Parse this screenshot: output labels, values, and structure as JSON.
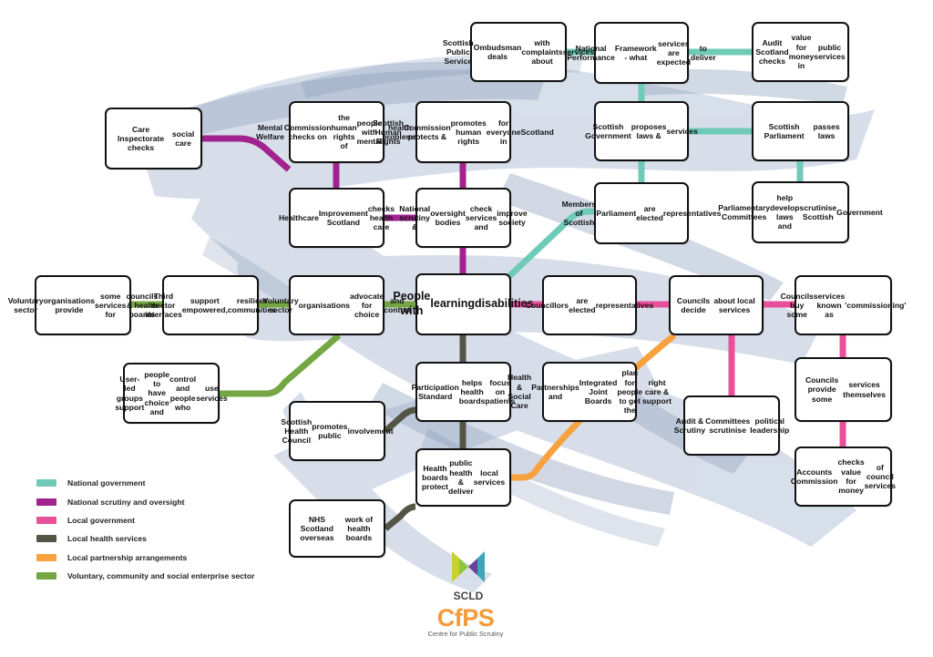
{
  "nodes": [
    {
      "id": "ombudsman",
      "lines": [
        "Scottish Public Service",
        "Ombudsman deals",
        "with complaints about",
        "services"
      ]
    },
    {
      "id": "npf",
      "lines": [
        "National Performance",
        "Framework - what",
        "services are expected",
        "to deliver"
      ]
    },
    {
      "id": "audit_scotland",
      "lines": [
        "Audit Scotland checks",
        "value for money in",
        "public services"
      ]
    },
    {
      "id": "care_inspectorate",
      "lines": [
        "Care Inspectorate checks",
        "social care"
      ]
    },
    {
      "id": "mwc",
      "lines": [
        "Mental Welfare",
        "Commission checks on",
        "the human rights of",
        "people with mental",
        "health problems"
      ]
    },
    {
      "id": "shrc",
      "lines": [
        "Scottish Human Rights",
        "Commission protects &",
        "promotes human rights",
        "for everyone in",
        "Scotland"
      ]
    },
    {
      "id": "scot_gov",
      "lines": [
        "Scottish Government",
        "proposes laws &",
        "services"
      ]
    },
    {
      "id": "scot_parl",
      "lines": [
        "Scottish Parliament",
        "passes laws"
      ]
    },
    {
      "id": "his",
      "lines": [
        "Healthcare",
        "Improvement Scotland",
        "checks health care"
      ]
    },
    {
      "id": "national_scrutiny",
      "lines": [
        "National scrutiny &",
        "oversight bodies",
        "check services and",
        "improve society"
      ]
    },
    {
      "id": "msps",
      "lines": [
        "Members of Scottish",
        "Parliament",
        "are elected",
        "representatives"
      ]
    },
    {
      "id": "parl_committees",
      "lines": [
        "Parliamentary Committees",
        "help develop laws and",
        "scrutinise Scottish",
        "Government"
      ]
    },
    {
      "id": "vs_provide",
      "lines": [
        "Voluntary sector",
        "organisations provide",
        "some services for",
        "councils & health boards"
      ]
    },
    {
      "id": "tsi",
      "lines": [
        "Third sector interfaces",
        "support empowered,",
        "resilient communities"
      ]
    },
    {
      "id": "vs_advocate",
      "lines": [
        "Voluntary sector",
        "organisations",
        "advocate for choice",
        "and control"
      ]
    },
    {
      "id": "center",
      "lines": [
        "People with",
        "learning",
        "disabilities"
      ]
    },
    {
      "id": "councillors",
      "lines": [
        "Councillors",
        "are elected",
        "representatives"
      ]
    },
    {
      "id": "councils_decide",
      "lines": [
        "Councils decide",
        "about local services"
      ]
    },
    {
      "id": "councils_buy",
      "lines": [
        "Councils buy some",
        "services known as",
        "'commissioning'"
      ]
    },
    {
      "id": "user_led",
      "lines": [
        "User-led groups support",
        "people to have choice and",
        "control and people who",
        "use services"
      ]
    },
    {
      "id": "participation",
      "lines": [
        "Participation Standard",
        "helps health boards",
        "focus on patients"
      ]
    },
    {
      "id": "hscp",
      "lines": [
        "Health & Social Care",
        "Partnerships and",
        "Integrated Joint Boards",
        "plan for people to get the",
        "right care & support"
      ]
    },
    {
      "id": "councils_provide",
      "lines": [
        "Councils provide some",
        "services themselves"
      ]
    },
    {
      "id": "shc",
      "lines": [
        "Scottish Health Council",
        "promotes public",
        "involvement"
      ]
    },
    {
      "id": "audit_scrutiny",
      "lines": [
        "Audit & Scrutiny",
        "Committees scrutinise",
        "political leadership"
      ]
    },
    {
      "id": "health_boards",
      "lines": [
        "Health boards protect",
        "public health & deliver",
        "local services"
      ]
    },
    {
      "id": "accounts_commission",
      "lines": [
        "Accounts Commission",
        "checks value for money",
        "of council services"
      ]
    },
    {
      "id": "nhs_scotland",
      "lines": [
        "NHS Scotland overseas",
        "work of health boards"
      ]
    }
  ],
  "legend": [
    {
      "label": "National government",
      "color": "#6fcbb7"
    },
    {
      "label": "National scrutiny and oversight",
      "color": "#a2238e"
    },
    {
      "label": "Local government",
      "color": "#e9509a"
    },
    {
      "label": "Local health services",
      "color": "#545545"
    },
    {
      "label": "Local partnership arrangements",
      "color": "#f7a23f"
    },
    {
      "label": "Voluntary, community and social enterprise sector",
      "color": "#74a743"
    }
  ],
  "logos": {
    "scld": "SCLD",
    "cfps": "CfPS",
    "cfps_subtitle": "Centre for Public Scrutiny"
  }
}
